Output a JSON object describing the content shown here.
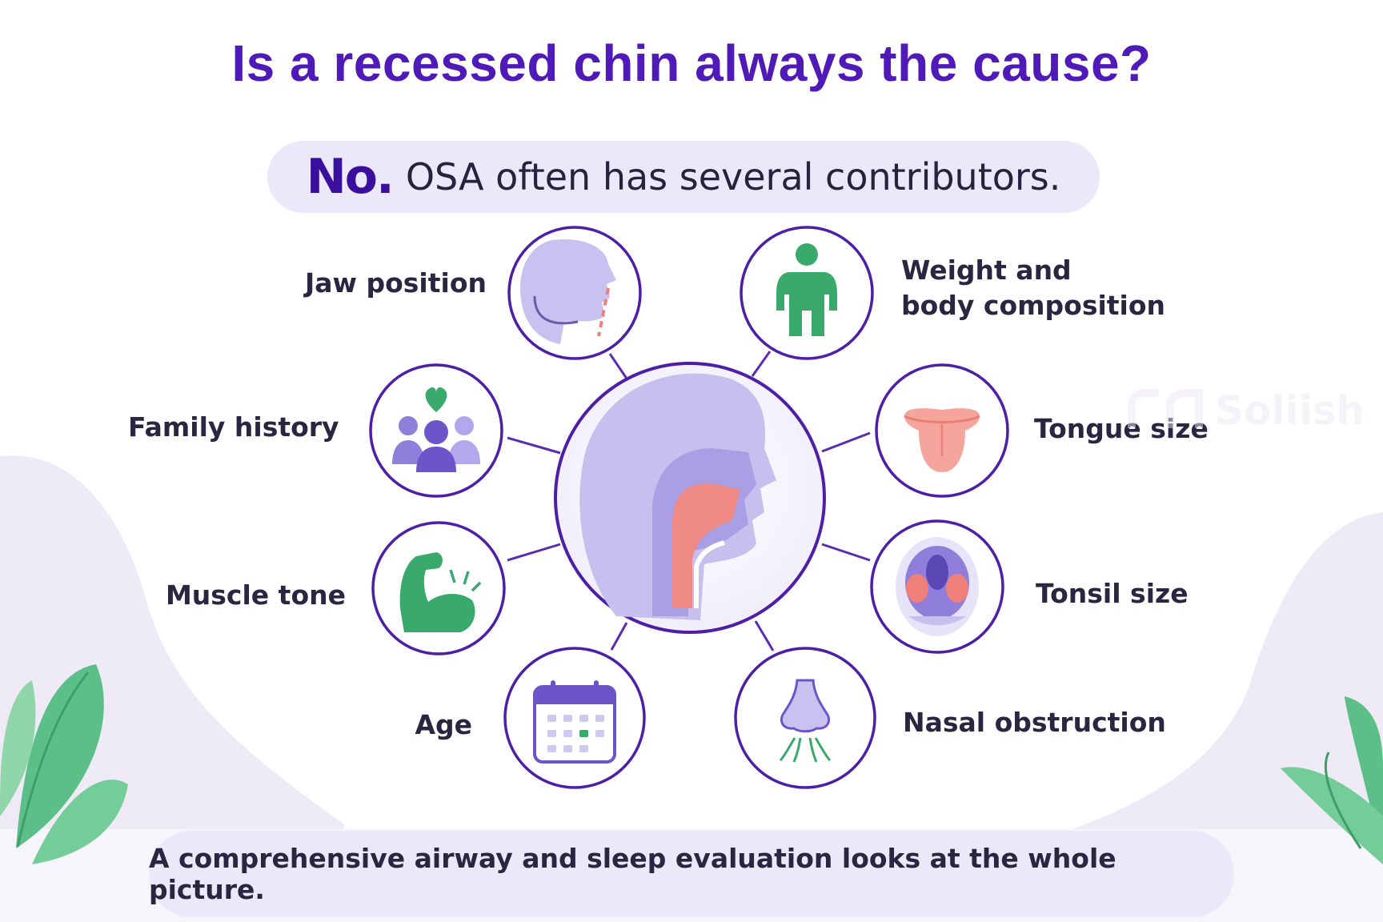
{
  "title": "Is a recessed chin always the cause?",
  "answer": {
    "emphasis": "No.",
    "text": "OSA often has several contributors."
  },
  "center": {
    "icon": "head-airway-icon"
  },
  "factors": [
    {
      "label": "Jaw position",
      "icon": "jaw-profile-icon"
    },
    {
      "label": "Weight and",
      "label2": "body composition",
      "icon": "body-figure-icon"
    },
    {
      "label": "Family history",
      "icon": "family-heart-icon"
    },
    {
      "label": "Tongue size",
      "icon": "tongue-icon"
    },
    {
      "label": "Muscle tone",
      "icon": "flexed-arm-icon"
    },
    {
      "label": "Tonsil size",
      "icon": "tonsils-icon"
    },
    {
      "label": "Age",
      "icon": "calendar-icon"
    },
    {
      "label": "Nasal obstruction",
      "icon": "nose-airflow-icon"
    }
  ],
  "watermark": {
    "text": "Soliish",
    "icon": "logo-icon"
  },
  "footer": {
    "text": "A comprehensive airway and sleep evaluation looks at the whole picture."
  },
  "colors": {
    "title": "#4f1ab8",
    "ring": "#4e1fa6",
    "lavender": "#a79ce6",
    "green": "#3aaa6c",
    "pink": "#ef8a86",
    "pill": "#ebe8fa"
  }
}
